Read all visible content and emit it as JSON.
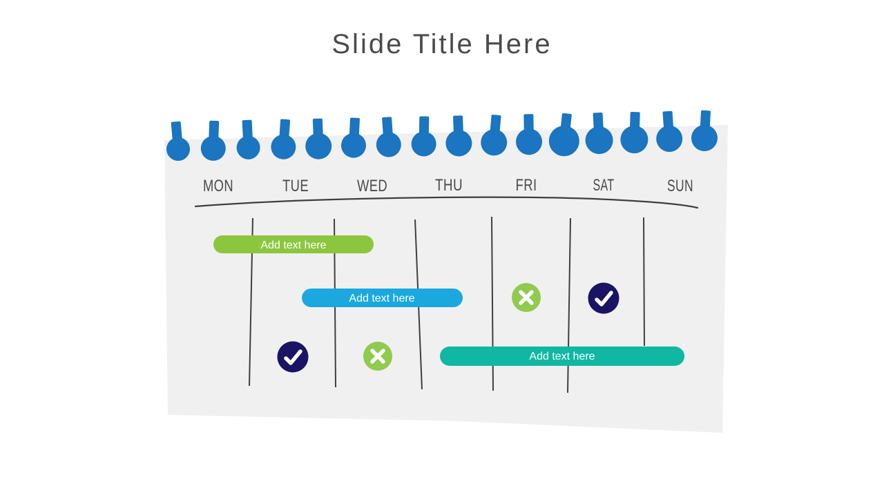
{
  "slide": {
    "title": "Slide Title Here"
  },
  "notepad": {
    "pin_count": 16
  },
  "calendar": {
    "days": [
      "MON",
      "TUE",
      "WED",
      "THU",
      "FRI",
      "SAT",
      "SUN"
    ],
    "events": [
      {
        "label": "Add text here",
        "color": "green",
        "row": 1
      },
      {
        "label": "Add text here",
        "color": "cyan",
        "row": 2
      },
      {
        "label": "Add text here",
        "color": "teal",
        "row": 3
      }
    ],
    "markers": [
      {
        "icon": "check-icon",
        "day": "TUE",
        "row": 3,
        "color": "navy"
      },
      {
        "icon": "x-icon",
        "day": "WED",
        "row": 3,
        "color": "green"
      },
      {
        "icon": "x-icon",
        "day": "FRI",
        "row": 2,
        "color": "green"
      },
      {
        "icon": "check-icon",
        "day": "SAT",
        "row": 2,
        "color": "navy"
      }
    ]
  },
  "icons": {
    "pin": "pin-icon",
    "check": "check-icon",
    "cross": "x-icon"
  },
  "colors": {
    "paper": "#F0F0F0",
    "pin_blue": "#1B75C0",
    "green": "#8CC63F",
    "green_circle": "#90CA4E",
    "cyan": "#1BA8DE",
    "teal": "#10B7A3",
    "navy": "#1A1464",
    "line": "#3E3E3E",
    "text_dark": "#4A4A4A"
  }
}
